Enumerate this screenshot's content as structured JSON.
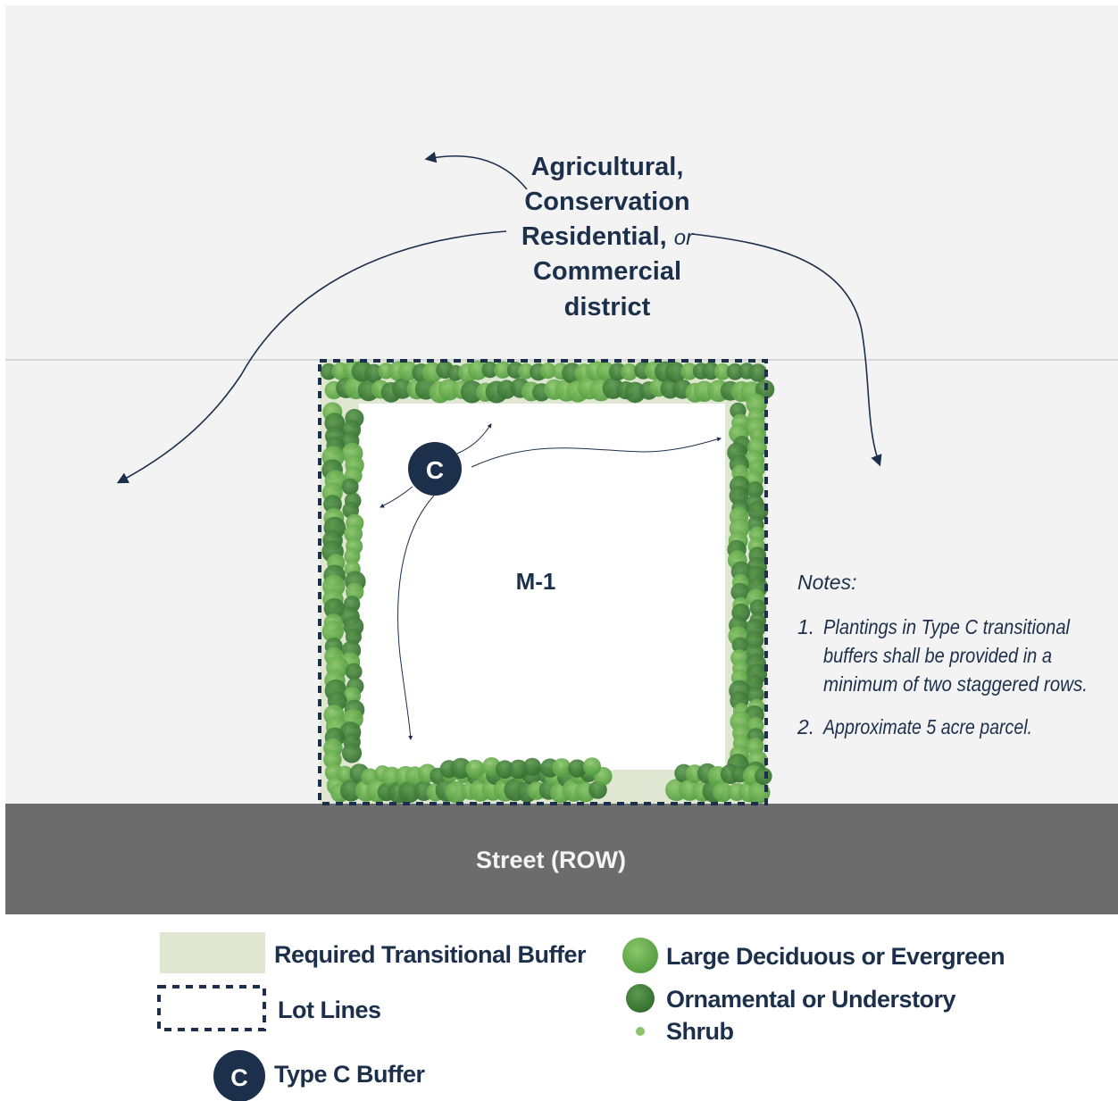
{
  "district": {
    "line1": "Agricultural,",
    "line2": "Conservation",
    "line3_bold": "Residential,",
    "line3_italic": "or",
    "line4": "Commercial",
    "line5": "district"
  },
  "zone_label": "M-1",
  "buffer_marker": "C",
  "street_label": "Street (ROW)",
  "notes": {
    "heading": "Notes:",
    "items": [
      {
        "num": "1.",
        "lines": [
          "Plantings in Type C transitional",
          "buffers shall be provided in a",
          "minimum of two staggered rows."
        ]
      },
      {
        "num": "2.",
        "lines": [
          "Approximate 5 acre parcel."
        ]
      }
    ]
  },
  "legend": {
    "buffer": "Required Transitional Buffer",
    "lot_lines": "Lot Lines",
    "type_c": "Type C Buffer",
    "type_c_marker": "C",
    "large_tree": "Large Deciduous or Evergreen",
    "ornamental": "Ornamental or Understory",
    "shrub": "Shrub"
  },
  "colors": {
    "navy": "#1c2f4b",
    "background_gray": "#f2f2f2",
    "street": "#6e6e6e",
    "buffer": "#dde6cf",
    "large_tree": "#6cae4f",
    "ornamental": "#3f7f3a",
    "shrub": "#8bc26a"
  }
}
